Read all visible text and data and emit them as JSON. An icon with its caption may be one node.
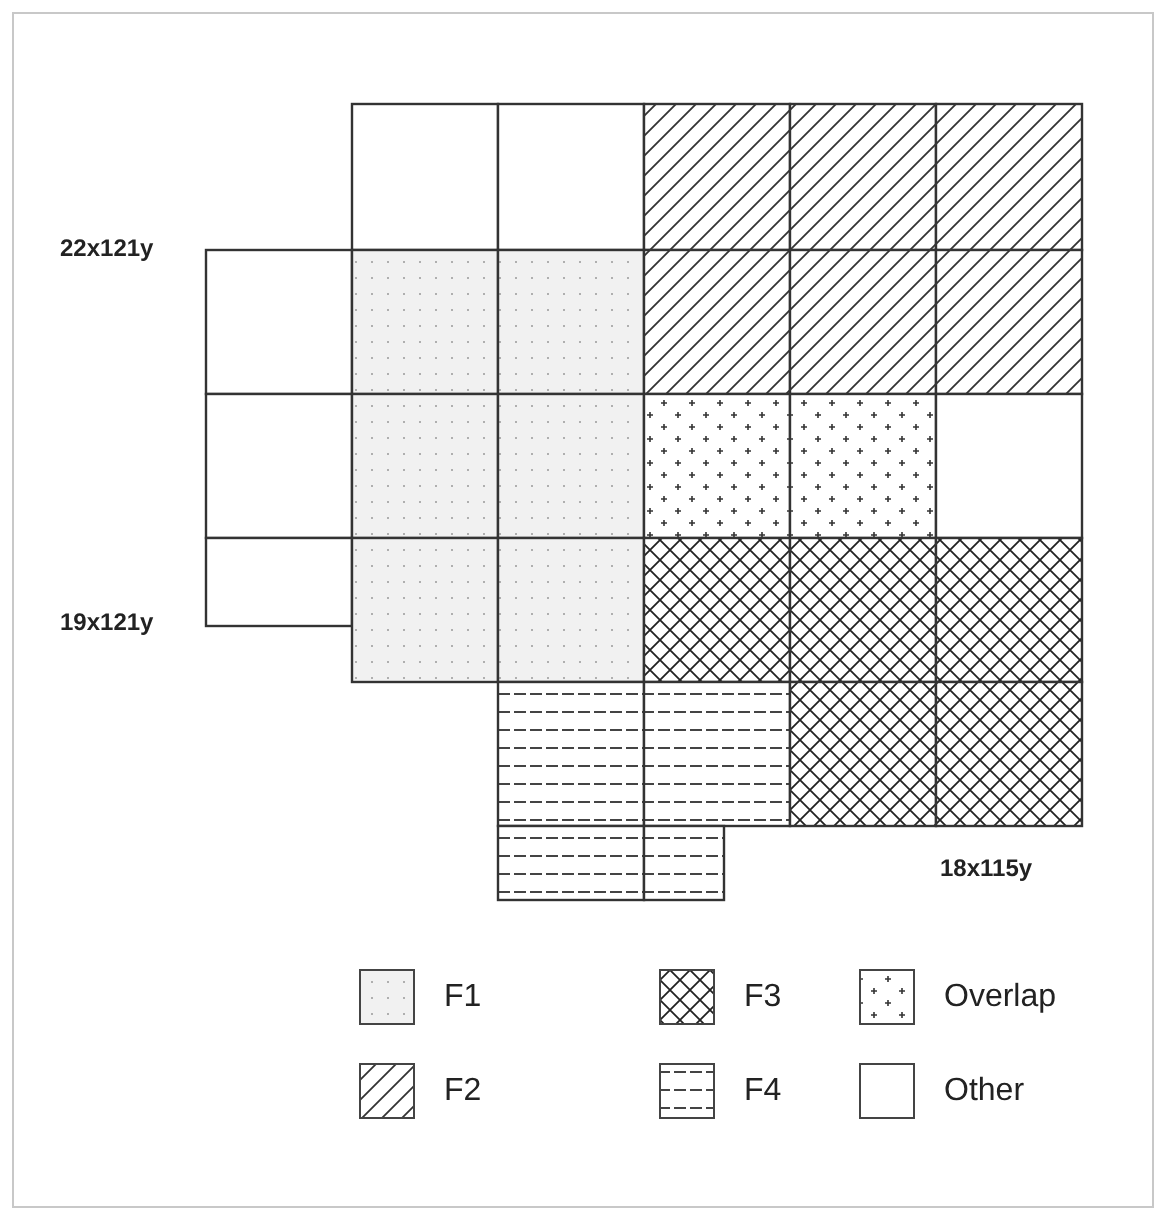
{
  "diagram": {
    "labels": [
      "22x121y",
      "19x121y",
      "18x115y"
    ],
    "legend": [
      {
        "text": "F1"
      },
      {
        "text": "F3"
      },
      {
        "text": "Overlap"
      },
      {
        "text": "F2"
      },
      {
        "text": "F4"
      },
      {
        "text": "Other"
      }
    ]
  }
}
